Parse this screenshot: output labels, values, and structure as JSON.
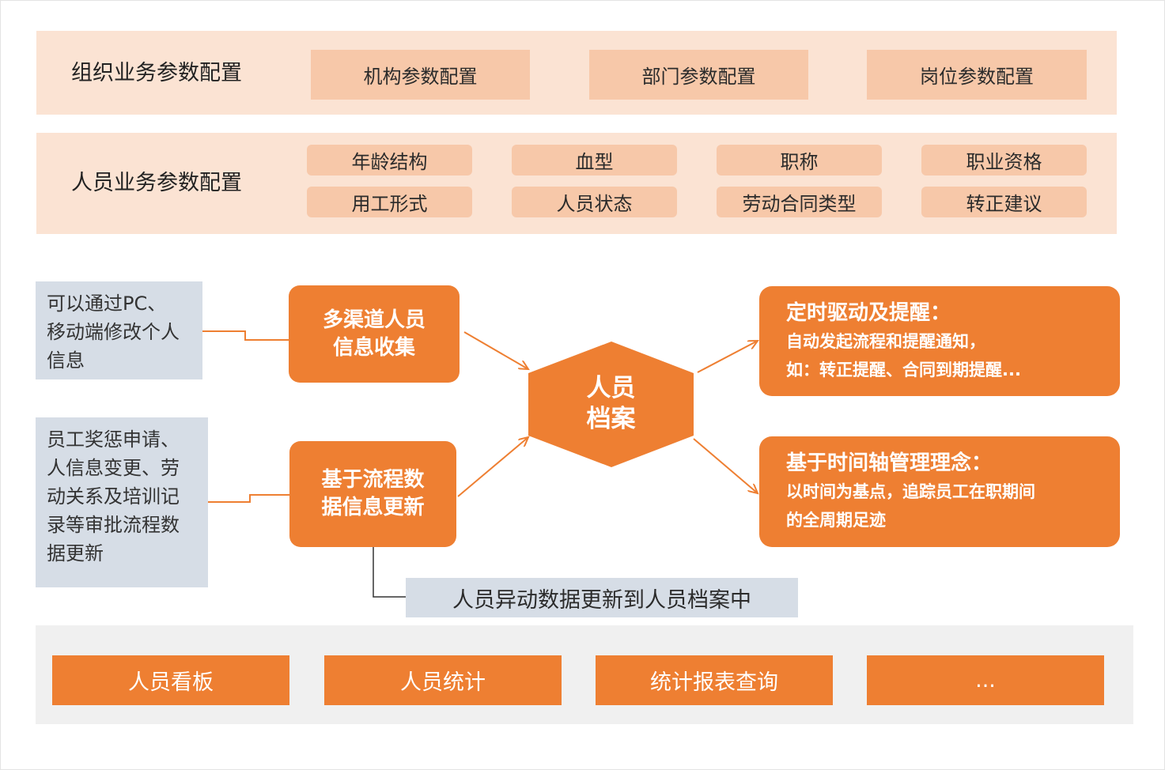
{
  "org_config": {
    "label": "组织业务参数配置",
    "items": [
      "机构参数配置",
      "部门参数配置",
      "岗位参数配置"
    ]
  },
  "staff_config": {
    "label": "人员业务参数配置",
    "items": [
      "年龄结构",
      "血型",
      "职称",
      "职业资格",
      "用工形式",
      "人员状态",
      "劳动合同类型",
      "转正建议"
    ]
  },
  "inputs": {
    "mobile_note": [
      "可以通过PC、",
      "移动端修改个人",
      "信息"
    ],
    "channel_box": [
      "多渠道人员",
      "信息收集"
    ],
    "approval_note": [
      "员工奖惩申请、",
      "人信息变更、劳",
      "动关系及培训记",
      "录等审批流程数",
      "据更新"
    ],
    "process_box": [
      "基于流程数",
      "据信息更新"
    ],
    "update_note": "人员异动数据更新到人员档案中"
  },
  "center": {
    "lines": [
      "人员",
      "档案"
    ]
  },
  "outputs": {
    "timer": {
      "title": "定时驱动及提醒：",
      "lines": [
        "自动发起流程和提醒通知，",
        "如：转正提醒、合同到期提醒..."
      ]
    },
    "timeline": {
      "title": "基于时间轴管理理念：",
      "lines": [
        "以时间为基点，追踪员工在职期间",
        "的全周期足迹"
      ]
    }
  },
  "bottom": {
    "items": [
      "人员看板",
      "人员统计",
      "统计报表查询",
      "..."
    ]
  },
  "colors": {
    "orange": "#ee7f32",
    "peach_band": "#fbe3d3",
    "peach_button": "#f7c8a9",
    "grey_box": "#d6dde6",
    "bottom_band": "#f0f0f0"
  }
}
